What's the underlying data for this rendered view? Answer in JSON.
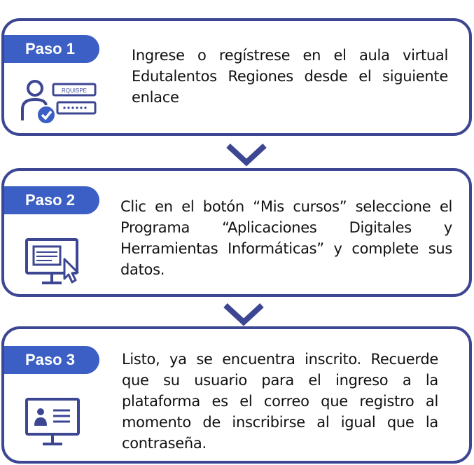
{
  "steps": [
    {
      "label": "Paso 1",
      "text": "Ingrese o regístrese en el aula virtual Edutalentos Regiones desde el siguiente enlace",
      "icon": "user-login-icon",
      "field_text": "RQUISPE"
    },
    {
      "label": "Paso 2",
      "text": "Clic en el botón “Mis cursos” seleccione el Programa “Aplicaciones Digitales y Herramientas Informáticas” y complete sus datos.",
      "icon": "monitor-click-icon"
    },
    {
      "label": "Paso 3",
      "text": "Listo, ya se encuentra inscrito. Recuerde que su usuario para el ingreso a la plataforma es el correo que registro al momento de inscribirse al igual que la contraseña.",
      "icon": "monitor-profile-icon"
    }
  ],
  "colors": {
    "border": "#3c4692",
    "tag": "#3b5fc4",
    "icon": "#3c4692",
    "check": "#3b5fc4"
  }
}
